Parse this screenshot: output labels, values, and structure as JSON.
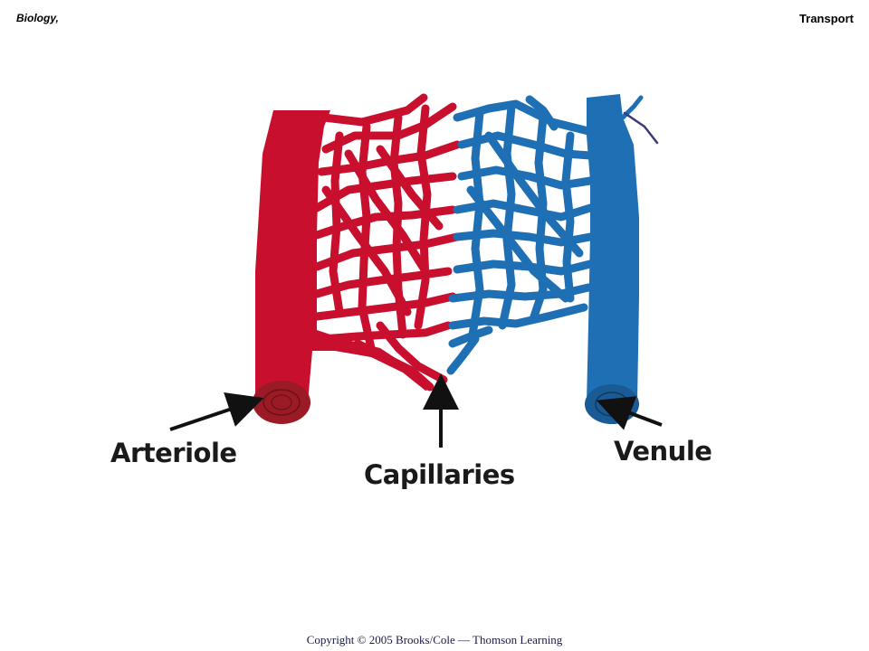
{
  "header": {
    "left": "Biology,",
    "right": "Transport"
  },
  "labels": {
    "arteriole": "Arteriole",
    "capillaries": "Capillaries",
    "venule": "Venule"
  },
  "footer": {
    "copyright": "Copyright © 2005 Brooks/Cole — Thomson Learning"
  },
  "colors": {
    "arterial": "#c8102e",
    "venous": "#1f6fb5",
    "arrow": "#111111"
  }
}
